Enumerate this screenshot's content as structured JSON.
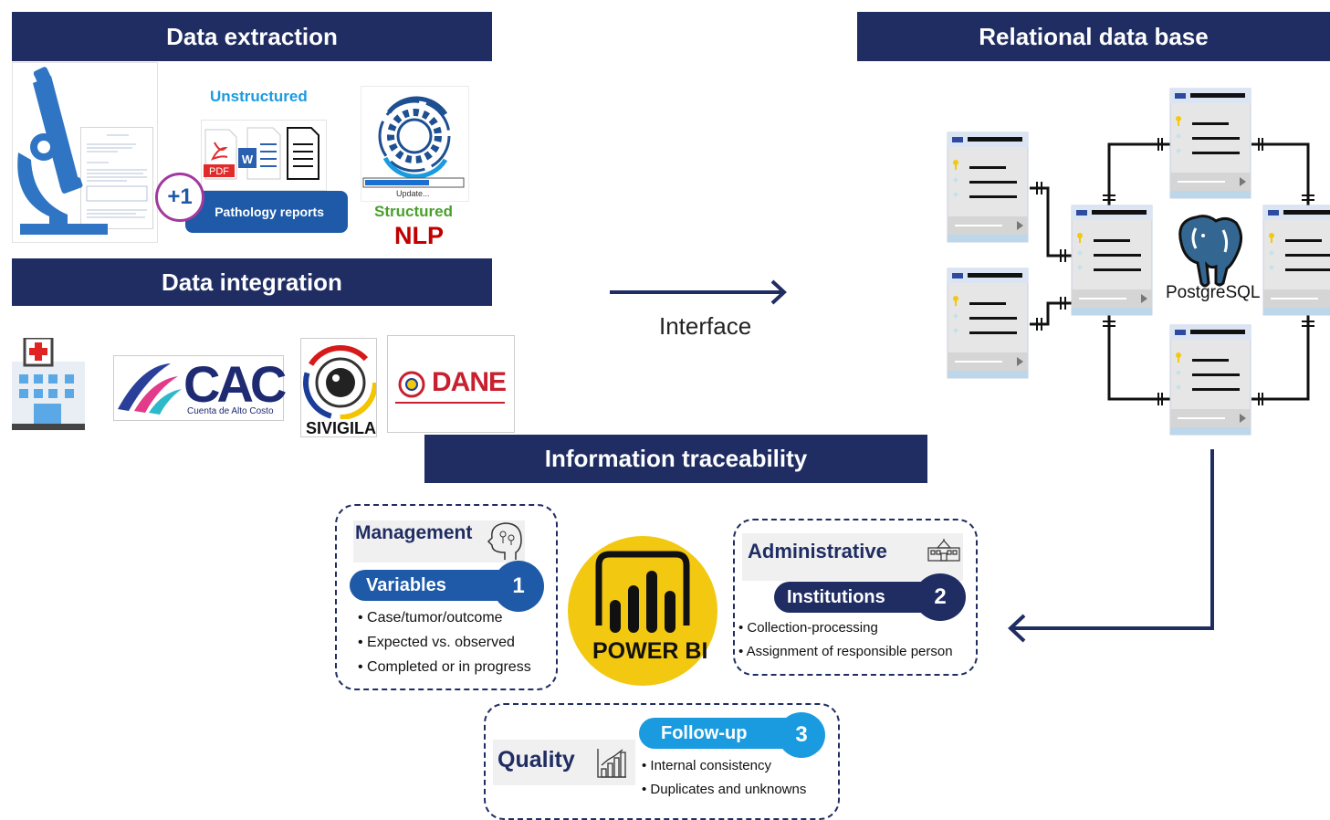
{
  "sections": {
    "extraction": "Data extraction",
    "integration": "Data integration",
    "database": "Relational data base",
    "traceability": "Information traceability"
  },
  "extraction": {
    "unstructured": "Unstructured",
    "pdf": "PDF",
    "word": "W",
    "badge": "+1",
    "reports": "Pathology reports",
    "update": "Update...",
    "structured": "Structured",
    "nlp": "NLP"
  },
  "integration": {
    "cac": "CAC",
    "cac_sub": "Cuenta de Alto Costo",
    "sivigila": "SIVIGILA",
    "dane": "DANE"
  },
  "interface": "Interface",
  "database": {
    "postgres": "PostgreSQL"
  },
  "management": {
    "title": "Management",
    "pill": "Variables",
    "number": "1",
    "items": [
      "Case/tumor/outcome",
      "Expected vs. observed",
      "Completed or in progress"
    ]
  },
  "administrative": {
    "title": "Administrative",
    "pill": "Institutions",
    "number": "2",
    "items": [
      "Collection-processing",
      "Assignment of responsible person"
    ]
  },
  "quality": {
    "title": "Quality",
    "pill": "Follow-up",
    "number": "3",
    "items": [
      "Internal consistency",
      "Duplicates and unknowns"
    ]
  },
  "powerbi": "POWER BI",
  "colors": {
    "navy": "#1f2d63",
    "blue_dark": "#1e5aa8",
    "blue_light": "#1a9be0",
    "yellow": "#f2c811"
  }
}
